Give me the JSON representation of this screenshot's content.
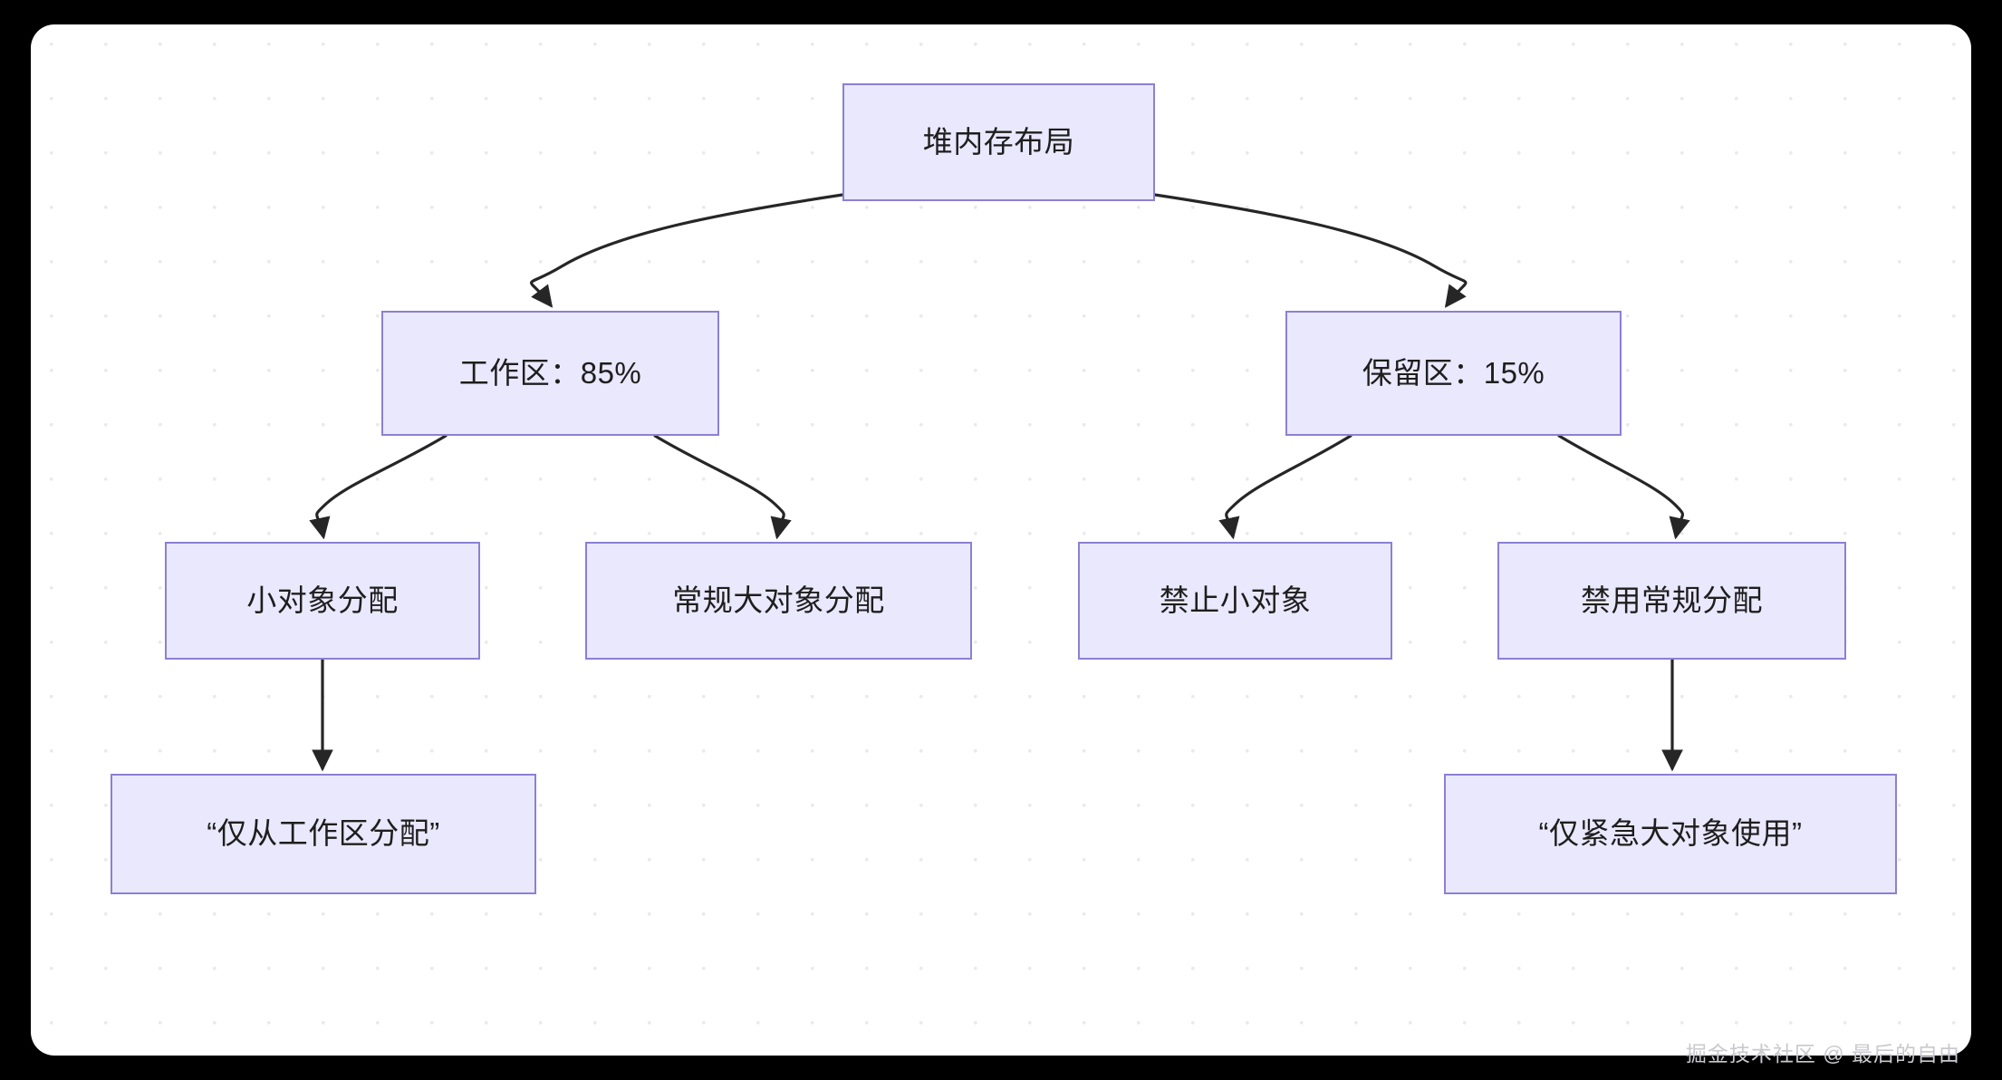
{
  "diagram": {
    "type": "flowchart-tree",
    "title_node": "堆内存布局",
    "nodes": [
      {
        "id": "root",
        "label": "堆内存布局",
        "level": 0
      },
      {
        "id": "work",
        "label": "工作区：85%",
        "level": 1
      },
      {
        "id": "reserve",
        "label": "保留区：15%",
        "level": 1
      },
      {
        "id": "small_alloc",
        "label": "小对象分配",
        "level": 2
      },
      {
        "id": "large_alloc",
        "label": "常规大对象分配",
        "level": 2
      },
      {
        "id": "no_small",
        "label": "禁止小对象",
        "level": 2
      },
      {
        "id": "no_regular",
        "label": "禁用常规分配",
        "level": 2
      },
      {
        "id": "work_only",
        "label": "“仅从工作区分配”",
        "level": 3
      },
      {
        "id": "emerg_only",
        "label": "“仅紧急大对象使用”",
        "level": 3
      }
    ],
    "edges": [
      {
        "from": "root",
        "to": "work"
      },
      {
        "from": "root",
        "to": "reserve"
      },
      {
        "from": "work",
        "to": "small_alloc"
      },
      {
        "from": "work",
        "to": "large_alloc"
      },
      {
        "from": "reserve",
        "to": "no_small"
      },
      {
        "from": "reserve",
        "to": "no_regular"
      },
      {
        "from": "small_alloc",
        "to": "work_only"
      },
      {
        "from": "no_regular",
        "to": "emerg_only"
      }
    ],
    "colors": {
      "node_fill": "#eae8fc",
      "node_border": "#8c80d4",
      "edge": "#262626",
      "text": "#1e1e1e",
      "canvas_background": "#ffffff",
      "outer_background": "#000000",
      "grid_dot": "#e9e9ee"
    }
  },
  "watermark": {
    "text": "掘金技术社区 @ 最后的自由"
  }
}
